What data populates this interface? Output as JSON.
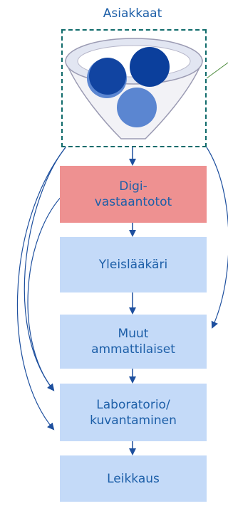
{
  "diagram": {
    "title": "Asiakkaat",
    "colors": {
      "text": "#1d5fa8",
      "arrow": "#1d4f9e",
      "frame": "#0f6b6b",
      "box_red": "#ee9191",
      "box_blue": "#c4daf8",
      "funnel_fill": "#f2f2f6",
      "funnel_stroke": "#9b9bb3",
      "ball_dark": "#0b3f9c",
      "ball_light": "#5b86d1"
    },
    "steps": [
      {
        "label": "Digi-\nvastaantotot",
        "color": "red"
      },
      {
        "label": "Yleislääkäri",
        "color": "blue"
      },
      {
        "label": "Muut\nammattilaiset",
        "color": "blue"
      },
      {
        "label": "Laboratorio/\nkuvantaminen",
        "color": "blue"
      },
      {
        "label": "Leikkaus",
        "color": "blue"
      }
    ]
  }
}
